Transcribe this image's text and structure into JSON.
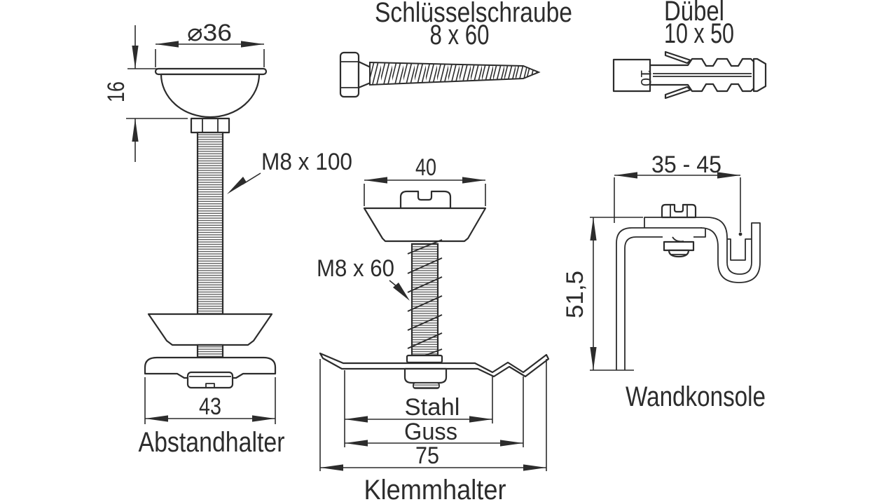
{
  "colors": {
    "line": "#2c2c2c",
    "background": "#ffffff"
  },
  "parts": {
    "abstandhalter": {
      "label": "Abstandhalter",
      "dim_diameter": "⌀36",
      "dim_height": "16",
      "dim_width": "43",
      "thread_label": "M8 x 100"
    },
    "schluesselschraube": {
      "name": "Schlüsselschraube",
      "size": "8 x 60"
    },
    "duebel": {
      "name": "Dübel",
      "size": "10 x 50",
      "marking": "10"
    },
    "klemmhalter": {
      "label": "Klemmhalter",
      "dim_top": "40",
      "thread_label": "M8 x 60",
      "dim_steel": "Stahl",
      "dim_cast": "Guss",
      "dim_width": "75"
    },
    "wandkonsole": {
      "label": "Wandkonsole",
      "dim_depth": "35 - 45",
      "dim_height": "51,5"
    }
  }
}
